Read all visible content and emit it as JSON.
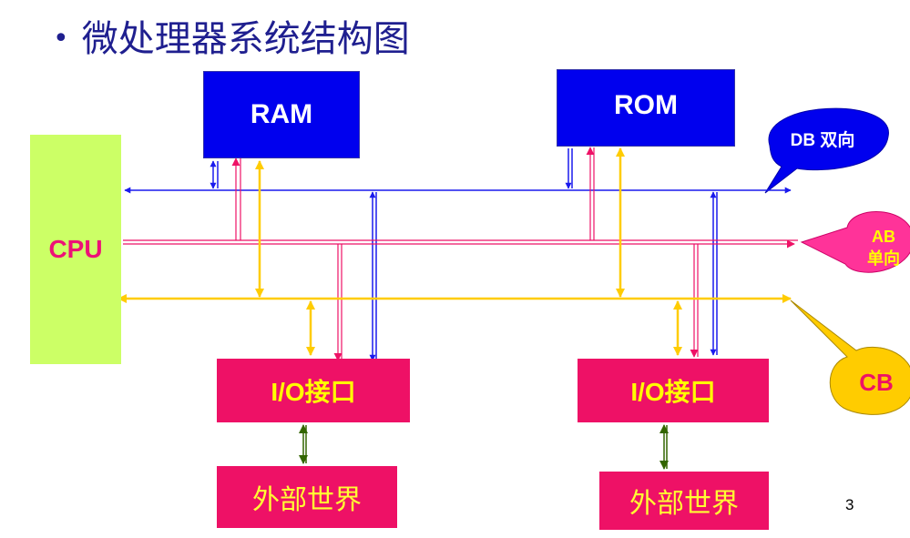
{
  "title": "微处理器系统结构图",
  "bullet": "•",
  "blocks": {
    "cpu": "CPU",
    "ram": "RAM",
    "rom": "ROM",
    "io_left": "I/O接口",
    "io_right": "I/O接口",
    "external_left": "外部世界",
    "external_right": "外部世界"
  },
  "buses": {
    "db": "DB 双向",
    "ab_line1": "AB",
    "ab_line2": "单向",
    "cb": "CB"
  },
  "colors": {
    "data_bus": "#1a1aee",
    "address_bus": "#ee1166",
    "control_bus": "#ffcc00",
    "io_link": "#336600",
    "title": "#1f1f8f"
  },
  "page_number": "3"
}
